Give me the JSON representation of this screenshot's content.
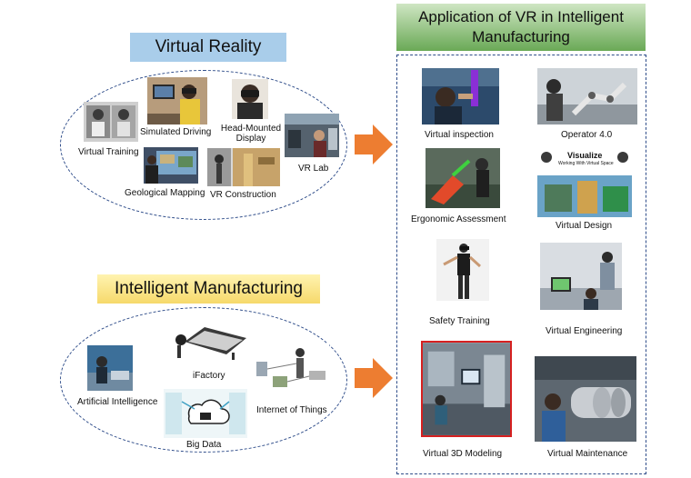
{
  "vr": {
    "title": "Virtual Reality",
    "items": {
      "virtual_training": "Virtual Training",
      "simulated_driving": "Simulated Driving",
      "head_mounted": "Head-Mounted Display",
      "vr_lab": "VR Lab",
      "geological_mapping": "Geological Mapping",
      "vr_construction": "VR Construction"
    }
  },
  "im": {
    "title": "Intelligent Manufacturing",
    "items": {
      "ifactory": "iFactory",
      "ai": "Artificial Intelligence",
      "iot": "Internet of Things",
      "big_data": "Big Data"
    }
  },
  "app": {
    "title": "Application of VR in Intelligent Manufacturing",
    "items": {
      "virtual_inspection": "Virtual inspection",
      "operator": "Operator 4.0",
      "ergonomic": "Ergonomic Assessment",
      "virtual_design": "Virtual Design",
      "design_caption_1": "Visualize",
      "design_caption_2": "Working With Virtual Space",
      "safety_training": "Safety Training",
      "virtual_engineering": "Virtual Engineering",
      "modeling": "Virtual 3D Modeling",
      "maintenance": "Virtual Maintenance"
    }
  },
  "colors": {
    "arrow": "#ed7d31",
    "dash": "#2f4d8a",
    "vr_banner": "#a9cdea",
    "im_banner": "#f6d96b",
    "app_banner": "#6aa956",
    "highlight_border": "#d62020"
  }
}
